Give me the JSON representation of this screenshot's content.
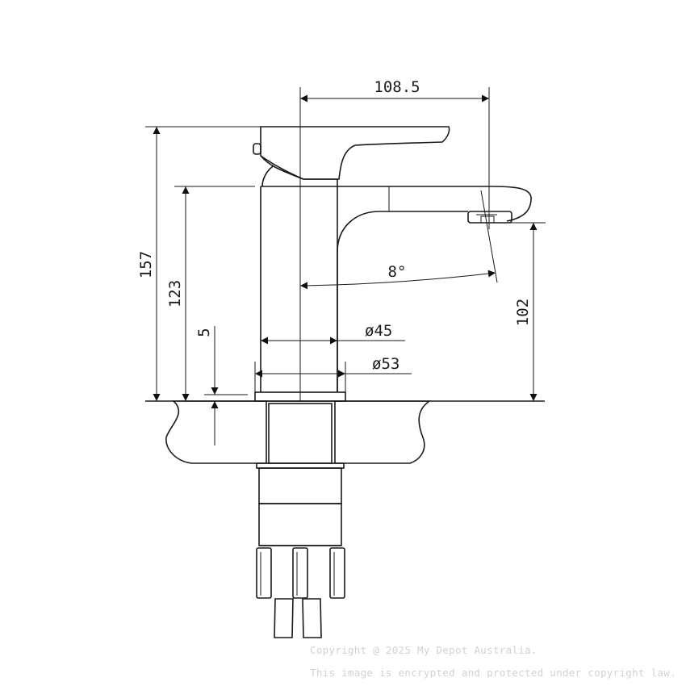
{
  "dimensions": {
    "spout_reach": "108.5",
    "overall_height": "157",
    "body_height": "123",
    "spout_height": "102",
    "base_step": "5",
    "spout_angle": "8°",
    "body_diameter": "ø45",
    "base_diameter": "ø53"
  },
  "watermark": {
    "line1": "Copyright @ 2025 My Depot Australia.",
    "line2": "This image is encrypted and protected under copyright law."
  },
  "colors": {
    "line": "#1a1a1a",
    "background": "#ffffff",
    "watermark": "#d2d2d2"
  }
}
